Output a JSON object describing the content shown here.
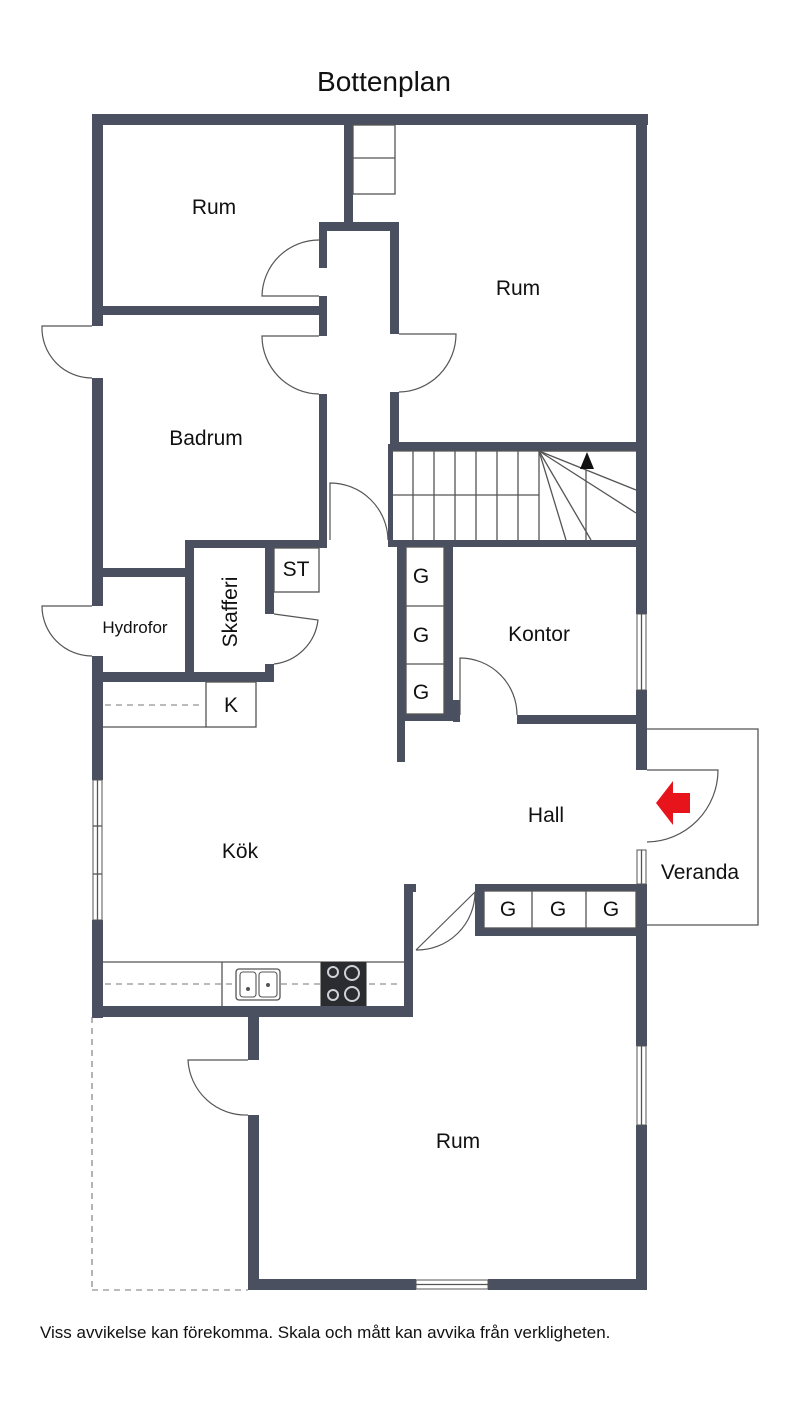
{
  "title": "Bottenplan",
  "rooms": {
    "rum_top_left": "Rum",
    "rum_top_right": "Rum",
    "badrum": "Badrum",
    "hydrofor": "Hydrofor",
    "skafferi": "Skafferi",
    "st": "ST",
    "k": "K",
    "kontor": "Kontor",
    "hall": "Hall",
    "kok": "Kök",
    "veranda": "Veranda",
    "rum_bottom": "Rum"
  },
  "closets": {
    "hall_column": [
      "G",
      "G",
      "G"
    ],
    "hall_row": [
      "G",
      "G",
      "G"
    ]
  },
  "footer": "Viss avvikelse kan förekomma. Skala och mått kan avvika från verkligheten.",
  "colors": {
    "wall": "#4a5060",
    "entrance_arrow": "#e8141b"
  },
  "icons": {
    "entrance": "entrance-arrow-icon",
    "stairs": "stair-arrow-icon",
    "sink": "sink-icon",
    "stove": "stove-icon"
  }
}
